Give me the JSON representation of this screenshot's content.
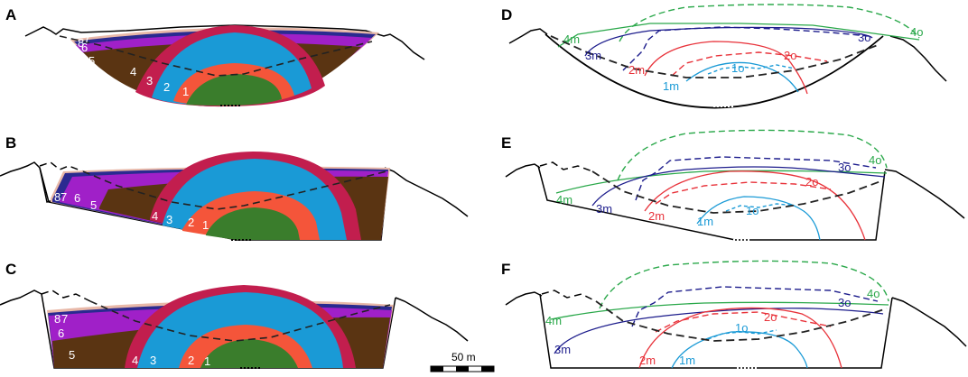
{
  "panels": [
    {
      "letter": "A",
      "zones": [
        "1",
        "2",
        "3",
        "4",
        "5",
        "6",
        "7",
        "8"
      ]
    },
    {
      "letter": "B",
      "zones": [
        "1",
        "2",
        "3",
        "4",
        "5",
        "6",
        "7",
        "8"
      ]
    },
    {
      "letter": "C",
      "zones": [
        "1",
        "2",
        "3",
        "4",
        "5",
        "6",
        "7",
        "8"
      ]
    },
    {
      "letter": "D",
      "contours": [
        "1m",
        "1o",
        "2m",
        "2o",
        "3m",
        "3o",
        "4m",
        "4o"
      ]
    },
    {
      "letter": "E",
      "contours": [
        "1m",
        "1o",
        "2m",
        "2o",
        "3m",
        "3o",
        "4m",
        "4o"
      ]
    },
    {
      "letter": "F",
      "contours": [
        "1m",
        "1o",
        "2m",
        "2o",
        "3m",
        "3o",
        "4m",
        "4o"
      ]
    }
  ],
  "scale_bar": {
    "label": "50 m"
  },
  "colors": {
    "zone1": "#3a7d2c",
    "zone2": "#f4553a",
    "zone3": "#1a9ad6",
    "zone4": "#c21e4e",
    "zone5": "#5a3412",
    "zone6": "#a020c8",
    "zone7": "#2a2a90",
    "zone8": "#e8b8a8",
    "contour1": "#1a9ad6",
    "contour2": "#e8323a",
    "contour3": "#1c1c8c",
    "contour4": "#2aa84a"
  }
}
